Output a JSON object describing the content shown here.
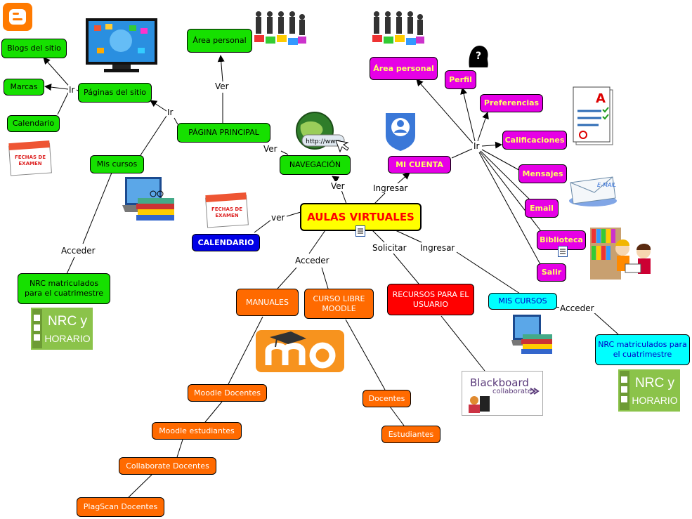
{
  "center": {
    "label": "AULAS VIRTUALES"
  },
  "nodes": {
    "blogs": "Blogs del sitio",
    "marcas": "Marcas",
    "calendario_small": "Calendario",
    "paginas_sitio": "Páginas del sitio",
    "area_personal_left": "Área personal",
    "pagina_principal": "PÁGINA PRINCIPAL",
    "mis_cursos_left": "Mis cursos",
    "nrc_left": "NRC matriculados para el cuatrimestre",
    "navegacion": "NAVEGACIÓN",
    "calendario_big": "CALENDARIO",
    "mi_cuenta": "MI CUENTA",
    "area_personal_right": "Área personal",
    "perfil": "Perfil",
    "preferencias": "Preferencias",
    "calificaciones": "Calificaciones",
    "mensajes": "Mensajes",
    "email": "Email",
    "biblioteca": "Biblioteca",
    "salir": "Salir",
    "manuales": "MANUALES",
    "curso_libre": "CURSO LIBRE MOODLE",
    "recursos": "RECURSOS PARA EL USUARIO",
    "mis_cursos_right": "MIS CURSOS",
    "nrc_right": "NRC matriculados para el cuatrimestre",
    "moodle_docentes": "Moodle Docentes",
    "moodle_estudiantes": "Moodle estudiantes",
    "collaborate_docentes": "Collaborate Docentes",
    "plagscan_docentes": "PlagScan Docentes",
    "docentes": "Docentes",
    "estudiantes": "Estudiantes"
  },
  "links": {
    "ir1": "Ir",
    "ir2": "Ir",
    "ir3": "Ir",
    "ver1": "Ver",
    "ver2": "Ver",
    "ver3": "Ver",
    "ver_small": "ver",
    "ingresar1": "Ingresar",
    "ingresar2": "Ingresar",
    "solicitar": "Solicitar",
    "acceder_mid": "Acceder",
    "acceder_left": "Acceder",
    "acceder_right": "Acceder"
  },
  "images": {
    "nrc_badge_line1": "NRC y",
    "nrc_badge_line2": "HORARIO",
    "fechas1": "FECHAS DE",
    "fechas2": "EXAMEN",
    "url": "http://www",
    "blackboard": "Blackboard",
    "collaborate": "collaborate",
    "email_word": "E-MAIL"
  },
  "colors": {
    "green": "#16e000",
    "magenta": "#e600e6",
    "orange": "#ff6a00",
    "red": "#ff0000",
    "cyan": "#00ffff",
    "yellow": "#ffff00",
    "blue": "#0000e6"
  }
}
